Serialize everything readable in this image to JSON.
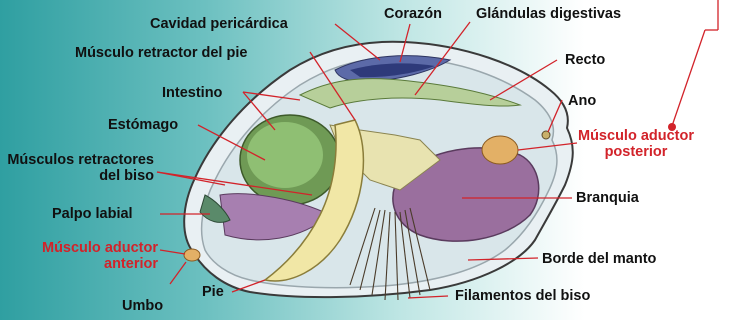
{
  "labels": {
    "cavidad_pericardica": "Cavidad pericárdica",
    "corazon": "Corazón",
    "glandulas_digestivas": "Glándulas digestivas",
    "musculo_retractor_pie": "Músculo retractor del pie",
    "recto": "Recto",
    "intestino": "Intestino",
    "ano": "Ano",
    "estomago": "Estómago",
    "musculo_aductor_posterior_1": "Músculo aductor",
    "musculo_aductor_posterior_2": "posterior",
    "musculos_retractores_biso_1": "Músculos retractores",
    "musculos_retractores_biso_2": "del biso",
    "branquia": "Branquia",
    "palpo_labial": "Palpo labial",
    "musculo_aductor_anterior_1": "Músculo aductor",
    "musculo_aductor_anterior_2": "anterior",
    "borde_manto": "Borde del manto",
    "umbo": "Umbo",
    "pie": "Pie",
    "filamentos_biso": "Filamentos del biso"
  },
  "colors": {
    "label_text": "#111111",
    "highlight_label": "#d2232a",
    "leader_line": "#d2232a",
    "background_left": "#2f9fa1",
    "background_right": "#ffffff"
  }
}
